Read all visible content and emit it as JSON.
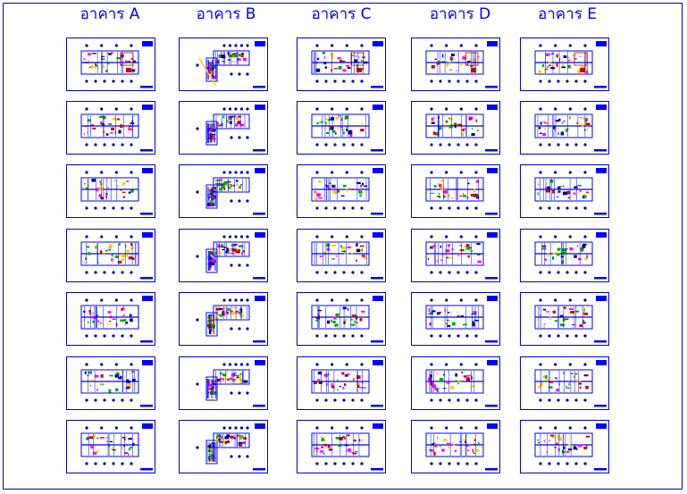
{
  "buildings": [
    {
      "label": "อาคาร A",
      "plan": "slab"
    },
    {
      "label": "อาคาร B",
      "plan": "lshape"
    },
    {
      "label": "อาคาร C",
      "plan": "slab"
    },
    {
      "label": "อาคาร D",
      "plan": "slab"
    },
    {
      "label": "อาคาร E",
      "plan": "slab"
    }
  ],
  "floors_per_building": 7,
  "colors": {
    "frame": "#0000cc",
    "header_text": "#0000ff",
    "plan_outline": "#0000ff",
    "room_fill_a": "#00aa00",
    "room_fill_b": "#cc0000",
    "room_fill_c": "#ff00ff",
    "room_fill_d": "#ffcc00",
    "grid_marks": "#0000aa"
  },
  "icons": {
    "title_block": "title-block-icon",
    "scale_bar": "scale-bar-icon",
    "column_marker": "column-marker-icon"
  }
}
